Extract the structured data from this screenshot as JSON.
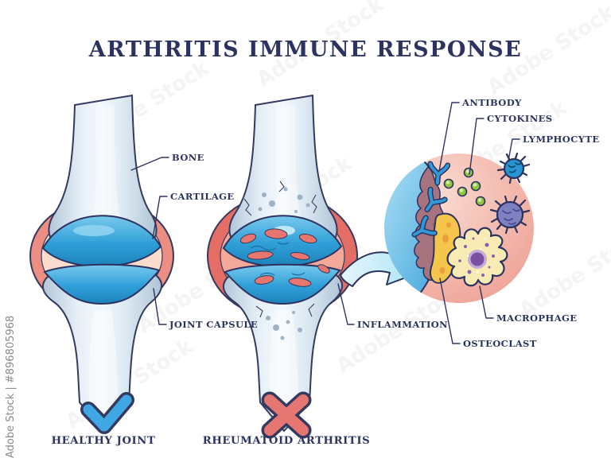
{
  "title": "ARTHRITIS IMMUNE RESPONSE",
  "watermark": {
    "side_label": "Adobe Stock | #896805968",
    "tile_label": "Adobe Stock"
  },
  "healthy_joint": {
    "caption": "HEALTHY JOINT",
    "status_icon": "blue-checkmark",
    "labels": {
      "bone": "BONE",
      "cartilage": "CARTILAGE",
      "joint_capsule": "JOINT CAPSULE"
    }
  },
  "rheumatoid_joint": {
    "caption": "RHEUMATOID ARTHRITIS",
    "status_icon": "red-cross",
    "labels": {
      "inflammation": "INFLAMMATION"
    }
  },
  "immune_detail": {
    "labels": {
      "antibody": "ANTIBODY",
      "cytokines": "CYTOKINES",
      "lymphocyte": "LYMPHOCYTE",
      "macrophage": "MACROPHAGE",
      "osteoclast": "OSTEOCLAST"
    }
  },
  "colors": {
    "text_navy": "#2c3360",
    "outline_navy": "#343a5e",
    "bone_light": "#e7f0f7",
    "bone_shade": "#b2c7d9",
    "cartilage_blue": "#2f9fd8",
    "capsule_healthy": "#ed8e83",
    "capsule_inner": "#fcdccc",
    "capsule_inflamed": "#e46e66",
    "inflamed_patch": "#e8756e",
    "detail_circle_pink": "#ec998d",
    "cytokine_green": "#93c63f",
    "lymphocyte_blue": "#2696d2",
    "lymphocyte_purple": "#7e80c2",
    "macrophage_cream": "#f8ecb4",
    "nucleus_purple": "#7b50a4",
    "osteoclast_yellow": "#f5c64b",
    "eroded_mauve": "#a6737f",
    "checkmark_blue": "#3fa7e3",
    "cross_red": "#e57671"
  }
}
